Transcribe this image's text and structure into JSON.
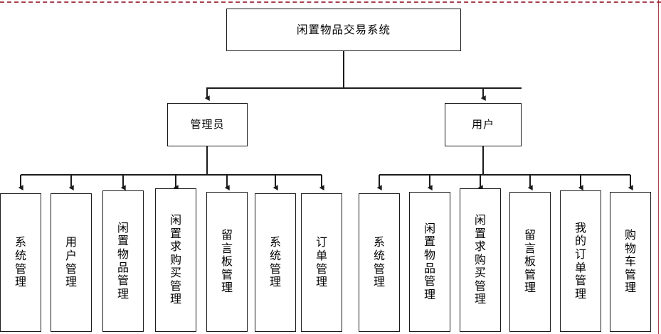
{
  "diagram": {
    "type": "tree",
    "title": "闲置物品交易系统",
    "root": {
      "label": "闲置物品交易系统"
    },
    "level2": [
      {
        "id": "admin",
        "label": "管理员"
      },
      {
        "id": "user",
        "label": "用户"
      }
    ],
    "admin_children": [
      {
        "label": "系统管理"
      },
      {
        "label": "用户管理"
      },
      {
        "label": "闲置物品管理"
      },
      {
        "label": "闲置求购买管理"
      },
      {
        "label": "留言板管理"
      },
      {
        "label": "系统管理"
      },
      {
        "label": "订单管理"
      }
    ],
    "user_children": [
      {
        "label": "系统管理"
      },
      {
        "label": "闲置物品管理"
      },
      {
        "label": "闲置求购买管理"
      },
      {
        "label": "留言板管理"
      },
      {
        "label": "我的订单管理"
      },
      {
        "label": "购物车管理"
      }
    ],
    "colors": {
      "box_border": "#1b1b1b",
      "connector": "#1b1b1b",
      "page_guide": "#9b2033",
      "background": "#ffffff"
    }
  }
}
